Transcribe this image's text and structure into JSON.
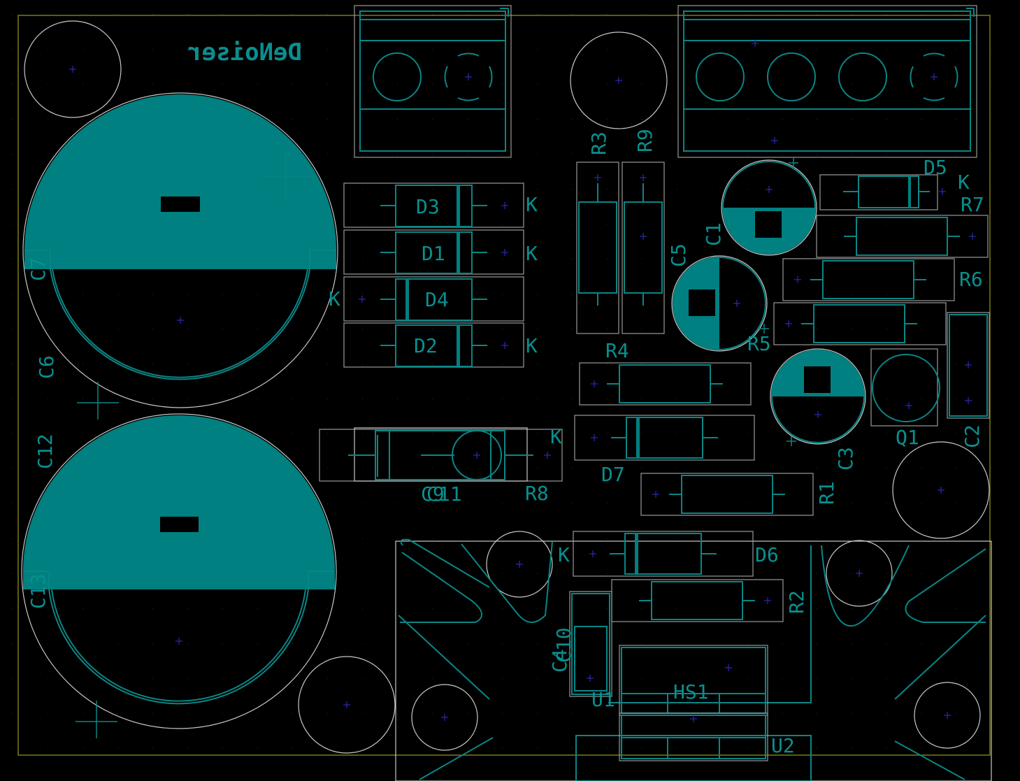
{
  "board": {
    "title": "DeNoiser",
    "colors": {
      "background": "#000000",
      "fab": "#0b8585",
      "courtyard": "#9a9a9a",
      "edge": "#7a7a1a",
      "copper": "#008080"
    }
  },
  "refs": {
    "C1": "C1",
    "C2": "C2",
    "C3": "C3",
    "C5": "C5",
    "C6": "C6",
    "C7": "C7",
    "C10": "C10",
    "C11": "C11",
    "C12": "C12",
    "C13": "C13",
    "C9": "C9",
    "D1": "D1",
    "D2": "D2",
    "D3": "D3",
    "D4": "D4",
    "D5": "D5",
    "D6": "D6",
    "D7": "D7",
    "R1": "R1",
    "R2": "R2",
    "R3": "R3",
    "R4": "R4",
    "R5": "R5",
    "R6": "R6",
    "R7": "R7",
    "R8": "R8",
    "R9": "R9",
    "Q1": "Q1",
    "U1": "U1",
    "U2": "U2",
    "HS1": "HS1",
    "K": "K",
    "C4": "C4"
  }
}
